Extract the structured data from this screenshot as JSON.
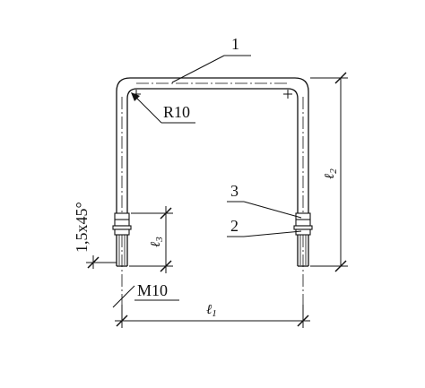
{
  "labels": {
    "callout_1": "1",
    "callout_2": "2",
    "callout_3": "3",
    "radius": "R10",
    "thread": "M10",
    "chamfer": "1,5x45°",
    "dim_l1_base": "ℓ",
    "dim_l1_sub": "1",
    "dim_l2_base": "ℓ",
    "dim_l2_sub": "2",
    "dim_l3_base": "ℓ",
    "dim_l3_sub": "3"
  },
  "colors": {
    "line": "#111111",
    "background": "#ffffff"
  }
}
